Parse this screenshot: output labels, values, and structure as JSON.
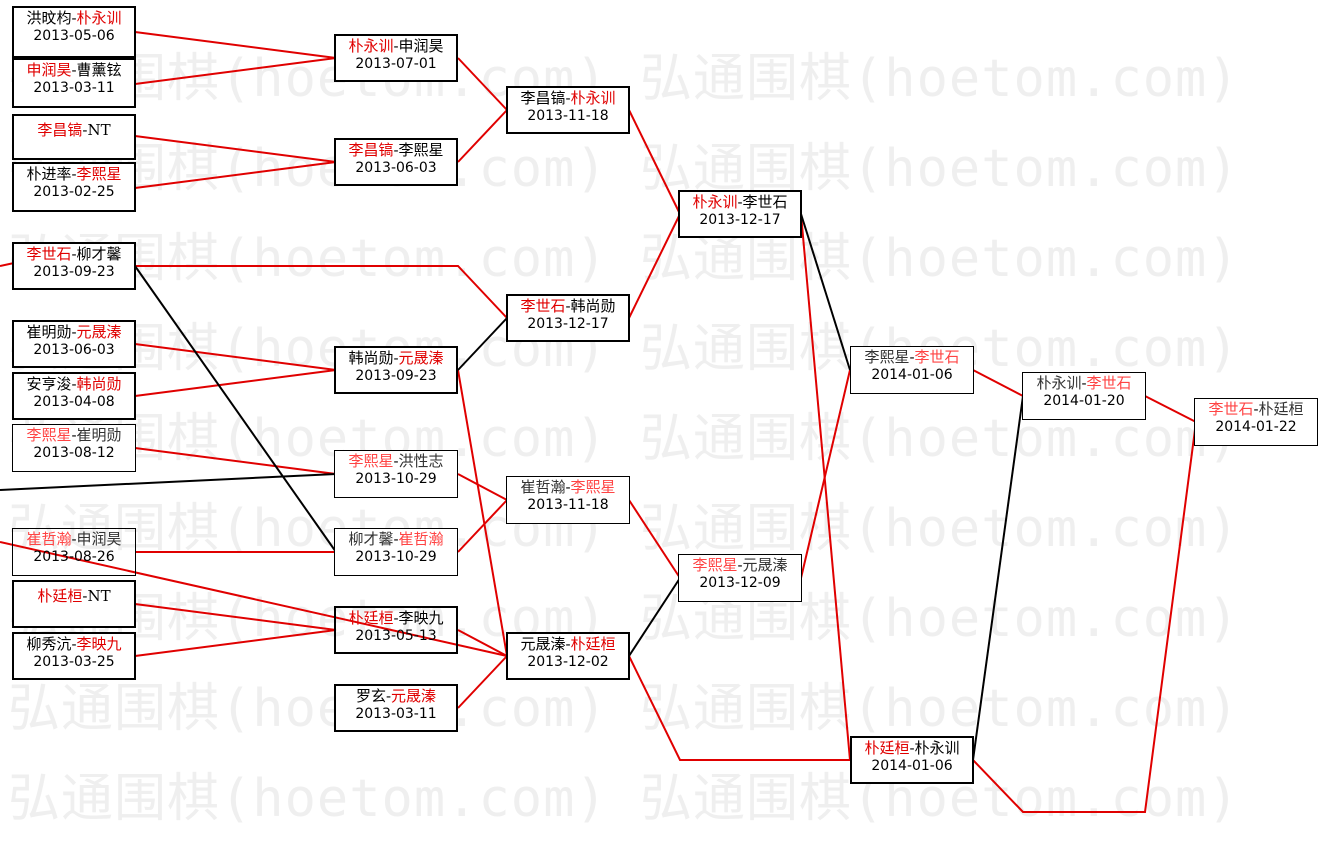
{
  "watermark": {
    "text": "弘通围棋(hoetom.com) 弘通围棋(hoetom.com)",
    "color": "#efefef"
  },
  "colors": {
    "winner": "#e00000",
    "line_red": "#e00000",
    "line_black": "#000000"
  },
  "matches": [
    {
      "id": "m1",
      "p1": "洪旼枃",
      "p2": "朴永训",
      "winner": 2,
      "date": "2013-05-06"
    },
    {
      "id": "m2",
      "p1": "申润昊",
      "p2": "曹薰铉",
      "winner": 1,
      "date": "2013-03-11"
    },
    {
      "id": "m3",
      "p1": "李昌镐",
      "p2": "NT",
      "winner": 1,
      "date": ""
    },
    {
      "id": "m4",
      "p1": "朴进率",
      "p2": "李熙星",
      "winner": 2,
      "date": "2013-02-25"
    },
    {
      "id": "m5",
      "p1": "李世石",
      "p2": "柳才馨",
      "winner": 1,
      "date": "2013-09-23"
    },
    {
      "id": "m6",
      "p1": "崔明勋",
      "p2": "元晟溱",
      "winner": 2,
      "date": "2013-06-03"
    },
    {
      "id": "m7",
      "p1": "安亨浚",
      "p2": "韩尚勋",
      "winner": 2,
      "date": "2013-04-08"
    },
    {
      "id": "m8",
      "p1": "李熙星",
      "p2": "崔明勋",
      "winner": 1,
      "date": "2013-08-12"
    },
    {
      "id": "m9",
      "p1": "崔哲瀚",
      "p2": "申润昊",
      "winner": 1,
      "date": "2013-08-26"
    },
    {
      "id": "m10",
      "p1": "朴廷桓",
      "p2": "NT",
      "winner": 1,
      "date": ""
    },
    {
      "id": "m11",
      "p1": "柳秀沆",
      "p2": "李映九",
      "winner": 2,
      "date": "2013-03-25"
    },
    {
      "id": "m12",
      "p1": "朴永训",
      "p2": "申润昊",
      "winner": 1,
      "date": "2013-07-01"
    },
    {
      "id": "m13",
      "p1": "李昌镐",
      "p2": "李熙星",
      "winner": 1,
      "date": "2013-06-03"
    },
    {
      "id": "m14",
      "p1": "韩尚勋",
      "p2": "元晟溱",
      "winner": 2,
      "date": "2013-09-23"
    },
    {
      "id": "m15",
      "p1": "李熙星",
      "p2": "洪性志",
      "winner": 1,
      "date": "2013-10-29"
    },
    {
      "id": "m16",
      "p1": "柳才馨",
      "p2": "崔哲瀚",
      "winner": 2,
      "date": "2013-10-29"
    },
    {
      "id": "m17",
      "p1": "朴廷桓",
      "p2": "李映九",
      "winner": 1,
      "date": "2013-05-13"
    },
    {
      "id": "m18",
      "p1": "罗玄",
      "p2": "元晟溱",
      "winner": 2,
      "date": "2013-03-11"
    },
    {
      "id": "m19",
      "p1": "李昌镐",
      "p2": "朴永训",
      "winner": 2,
      "date": "2013-11-18"
    },
    {
      "id": "m20",
      "p1": "李世石",
      "p2": "韩尚勋",
      "winner": 1,
      "date": "2013-12-17"
    },
    {
      "id": "m21",
      "p1": "崔哲瀚",
      "p2": "李熙星",
      "winner": 2,
      "date": "2013-11-18"
    },
    {
      "id": "m22",
      "p1": "元晟溱",
      "p2": "朴廷桓",
      "winner": 2,
      "date": "2013-12-02"
    },
    {
      "id": "m23",
      "p1": "朴永训",
      "p2": "李世石",
      "winner": 1,
      "date": "2013-12-17"
    },
    {
      "id": "m24",
      "p1": "李熙星",
      "p2": "元晟溱",
      "winner": 1,
      "date": "2013-12-09"
    },
    {
      "id": "m25",
      "p1": "李熙星",
      "p2": "李世石",
      "winner": 2,
      "date": "2014-01-06"
    },
    {
      "id": "m26",
      "p1": "朴廷桓",
      "p2": "朴永训",
      "winner": 1,
      "date": "2014-01-06"
    },
    {
      "id": "m27",
      "p1": "朴永训",
      "p2": "李世石",
      "winner": 2,
      "date": "2014-01-20"
    },
    {
      "id": "m28",
      "p1": "李世石",
      "p2": "朴廷桓",
      "winner": 1,
      "date": "2014-01-22"
    }
  ]
}
